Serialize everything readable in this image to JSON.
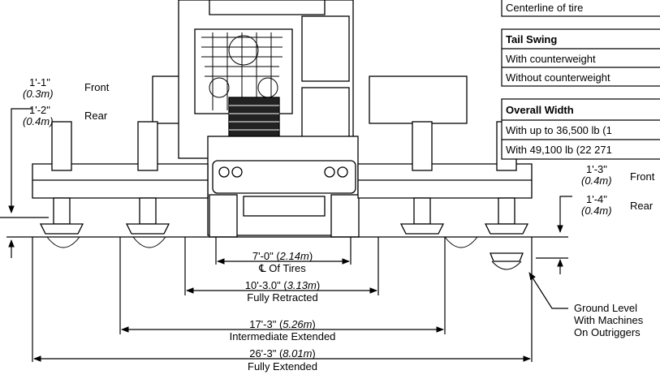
{
  "spec_tables": {
    "first_table": {
      "last_row": "Centerline of tire"
    },
    "tail_swing": {
      "title": "Tail Swing",
      "rows": [
        "With counterweight",
        "Without counterweight"
      ]
    },
    "overall_width": {
      "title": "Overall Width",
      "rows": [
        "With up to 36,500 lb (1",
        "With 49,100 lb (22 271"
      ]
    }
  },
  "left_clearance": {
    "front_value": "1'-1\"",
    "front_metric": "(0.3m)",
    "front_label": "Front",
    "rear_value": "1'-2\"",
    "rear_metric": "(0.4m)",
    "rear_label": "Rear"
  },
  "right_clearance": {
    "front_value": "1'-3\"",
    "front_metric": "(0.4m)",
    "front_label": "Front",
    "rear_value": "1'-4\"",
    "rear_metric": "(0.4m)",
    "rear_label": "Rear"
  },
  "dimensions": [
    {
      "imperial": "7'-0\" (",
      "metric": "2.14m",
      "close": ")",
      "caption": "℄ Of Tires"
    },
    {
      "imperial": "10'-3.0\" (",
      "metric": "3.13m",
      "close": ")",
      "caption": "Fully Retracted"
    },
    {
      "imperial": "17'-3\" (",
      "metric": "5.26m",
      "close": ")",
      "caption": "Intermediate Extended"
    },
    {
      "imperial": "26'-3\" (",
      "metric": "8.01m",
      "close": ")",
      "caption": "Fully Extended"
    }
  ],
  "ground_note": [
    "Ground Level",
    "With Machines",
    "On Outriggers"
  ],
  "colors": {
    "line": "#000000",
    "machine_fill": "#ffffff",
    "dark_fill": "#222222"
  }
}
